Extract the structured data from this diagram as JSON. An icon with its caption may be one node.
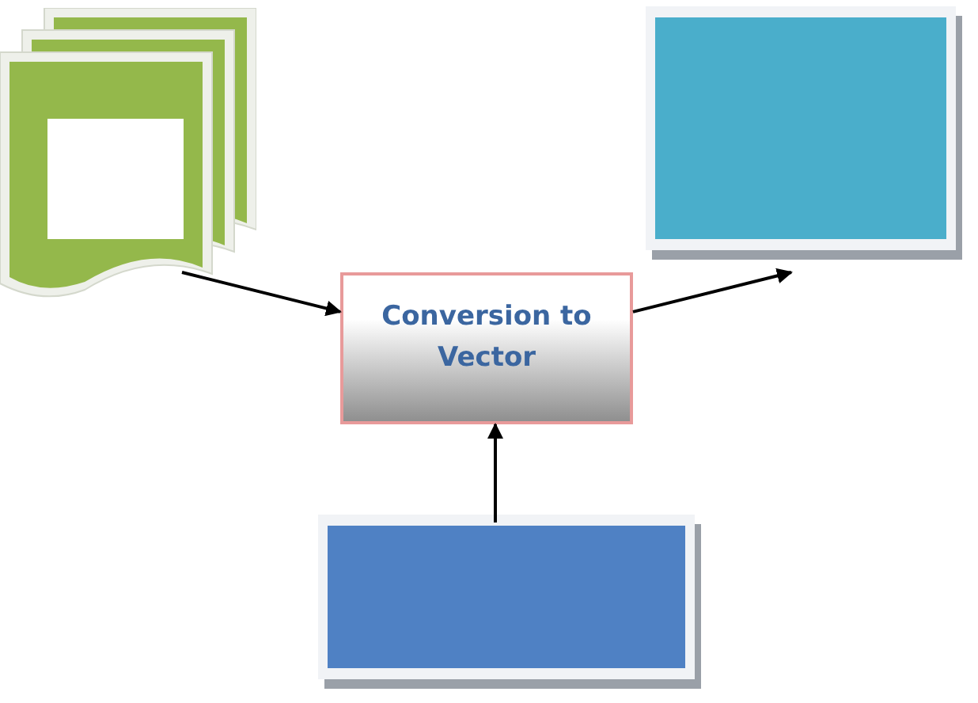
{
  "diagram": {
    "nodes": [
      {
        "text": [],
        "shape": "document"
      },
      {
        "text": [
          "Conversion to Vector"
        ]
      },
      {
        "text": [],
        "shape": "box"
      },
      {
        "text": [],
        "shape": "box"
      }
    ],
    "edges": [
      {
        "from": 0,
        "to": 1,
        "arrow": "to"
      },
      {
        "from": 1,
        "to": 2,
        "arrow": "to"
      },
      {
        "from": 3,
        "to": 1,
        "arrow": "to"
      }
    ]
  }
}
